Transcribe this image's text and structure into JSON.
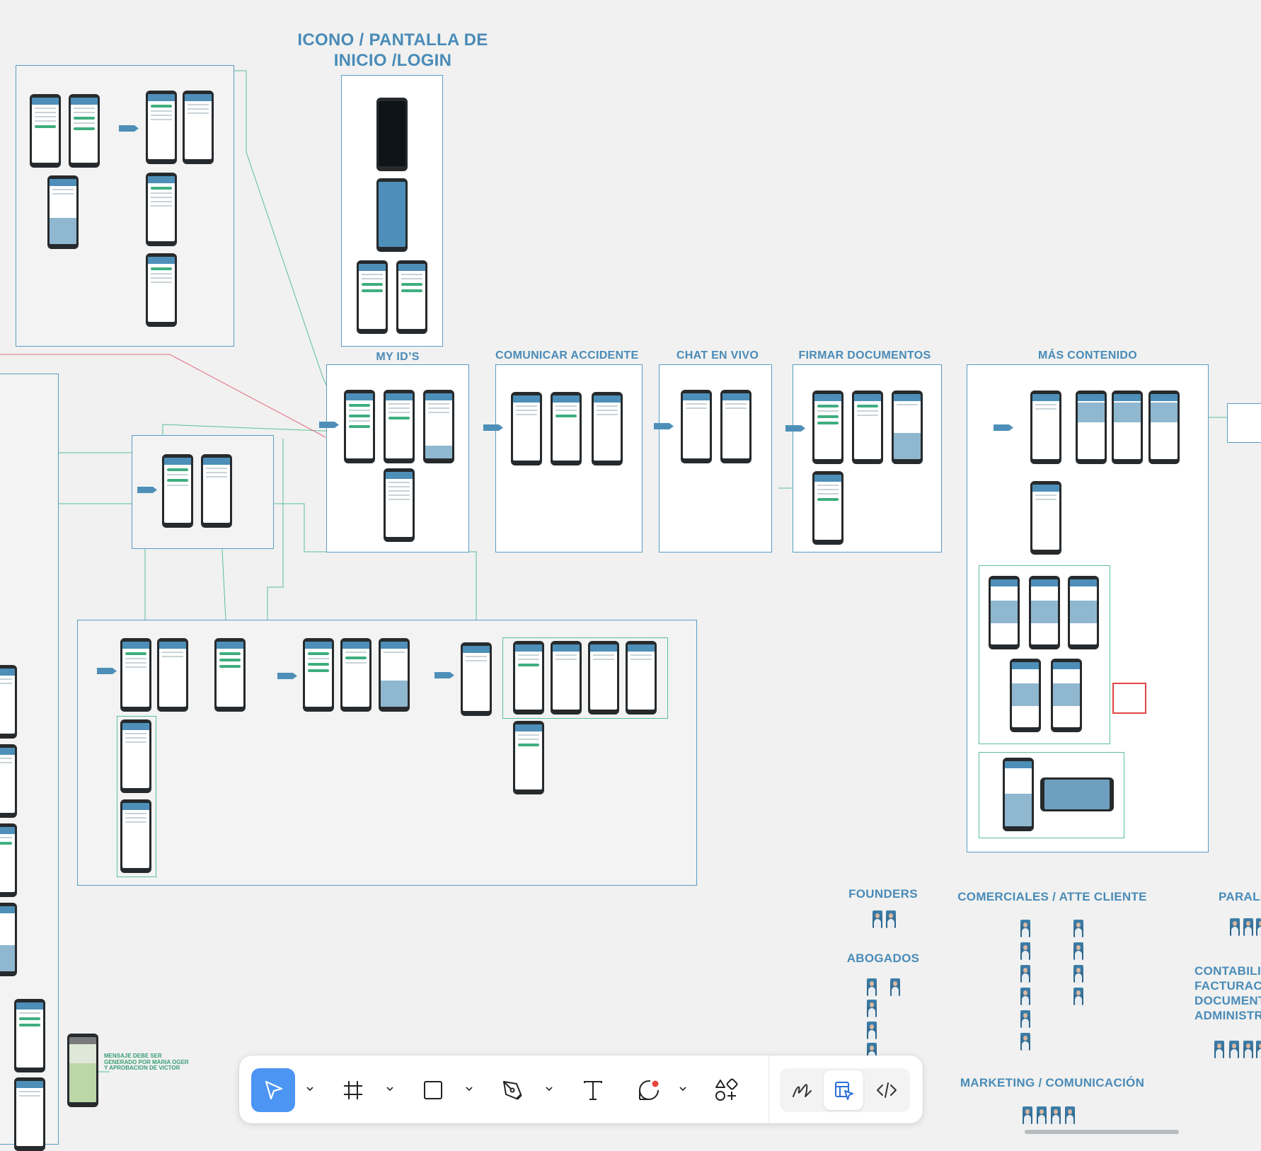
{
  "sections": {
    "login_title_line1": "ICONO / PANTALLA DE",
    "login_title_line2": "INICIO /LOGIN",
    "my_ids": "MY ID’S",
    "comunicar_accidente": "COMUNICAR ACCIDENTE",
    "chat_en_vivo": "CHAT EN VIVO",
    "firmar_documentos": "FIRMAR DOCUMENTOS",
    "mas_contenido": "MÁS CONTENIDO"
  },
  "team": {
    "founders": "FOUNDERS",
    "abogados": "ABOGADOS",
    "comerciales": "COMERCIALES / ATTE CLIENTE",
    "paral": "PARALI",
    "contab_line1": "CONTABILI",
    "contab_line2": "FACTURAC",
    "contab_line3": "DOCUMENT",
    "contab_line4": "ADMINISTR",
    "marketing": "MARKETING / COMUNICACIÓN"
  },
  "notes": {
    "mensaje_line1": "MENSAJE DEBE SER",
    "mensaje_line2": "GENERADO POR MARIA OGER",
    "mensaje_line3": "Y APROBACION DE VICTOR"
  },
  "toolbar": {
    "tools": [
      "move-tool",
      "frame-tool",
      "shape-tool",
      "pen-tool",
      "text-tool",
      "comment-tool",
      "actions-tool"
    ],
    "modes": [
      "draw-mode",
      "design-mode",
      "dev-mode"
    ],
    "active_tool": "move-tool",
    "active_mode": "design-mode",
    "accent": "#4c95f3"
  },
  "colors": {
    "canvas": "#f0f1f0",
    "frame_border": "#5b9cc4",
    "section_title": "#4a8bb8",
    "connector": "#5cbf9a",
    "highlight_red": "#e04545"
  }
}
